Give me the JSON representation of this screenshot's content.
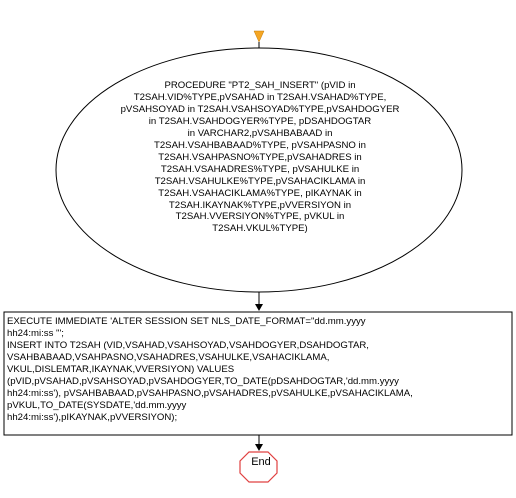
{
  "procedure": {
    "text": "PROCEDURE \"PT2_SAH_INSERT\" (pVID in\nT2SAH.VID%TYPE,pVSAHAD in T2SAH.VSAHAD%TYPE,\npVSAHSOYAD in T2SAH.VSAHSOYAD%TYPE,pVSAHDOGYER\nin T2SAH.VSAHDOGYER%TYPE, pDSAHDOGTAR\nin VARCHAR2,pVSAHBABAAD in\nT2SAH.VSAHBABAAD%TYPE, pVSAHPASNO in\nT2SAH.VSAHPASNO%TYPE,pVSAHADRES in\nT2SAH.VSAHADRES%TYPE, pVSAHULKE in\nT2SAH.VSAHULKE%TYPE,pVSAHACIKLAMA in\nT2SAH.VSAHACIKLAMA%TYPE, pIKAYNAK in\nT2SAH.IKAYNAK%TYPE,pVVERSIYON in\nT2SAH.VVERSIYON%TYPE, pVKUL in\nT2SAH.VKUL%TYPE)"
  },
  "statement": {
    "text": "EXECUTE IMMEDIATE 'ALTER SESSION SET NLS_DATE_FORMAT=\"dd.mm.yyyy\nhh24:mi:ss \"';\nINSERT INTO T2SAH (VID,VSAHAD,VSAHSOYAD,VSAHDOGYER,DSAHDOGTAR,\nVSAHBABAAD,VSAHPASNO,VSAHADRES,VSAHULKE,VSAHACIKLAMA,\nVKUL,DISLEMTAR,IKAYNAK,VVERSIYON) VALUES\n(pVID,pVSAHAD,pVSAHSOYAD,pVSAHDOGYER,TO_DATE(pDSAHDOGTAR,'dd.mm.yyyy\nhh24:mi:ss'), pVSAHBABAAD,pVSAHPASNO,pVSAHADRES,pVSAHULKE,pVSAHACIKLAMA,\npVKUL,TO_DATE(SYSDATE,'dd.mm.yyyy\nhh24:mi:ss'),pIKAYNAK,pVVERSIYON);"
  },
  "end": {
    "label": "End"
  },
  "colors": {
    "start_arrow": "#f5a623",
    "end_border": "#e04040",
    "line": "#000000"
  }
}
